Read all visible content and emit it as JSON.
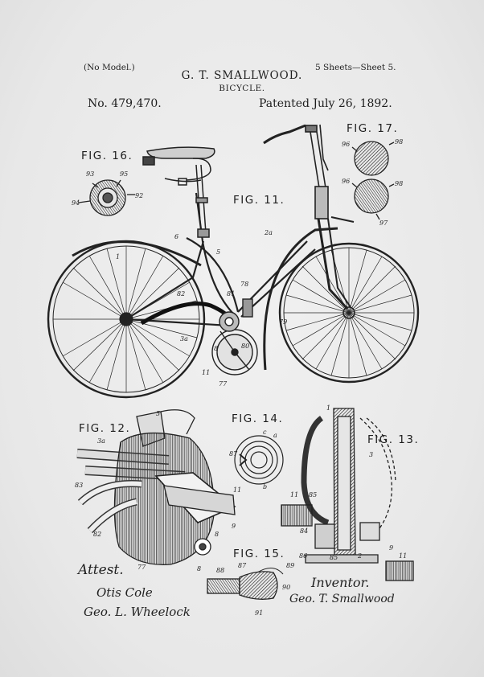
{
  "header": {
    "no_model": "(No Model.)",
    "inventor_name": "G. T. SMALLWOOD.",
    "sheets": "5 Sheets—Sheet 5.",
    "title": "BICYCLE.",
    "patent_no": "No. 479,470.",
    "patented": "Patented July 26, 1892."
  },
  "figures": {
    "fig16": "FIG. 16.",
    "fig17": "FIG. 17.",
    "fig11": "FIG. 11.",
    "fig12": "FIG. 12.",
    "fig14": "FIG. 14.",
    "fig13": "FIG. 13.",
    "fig15": "FIG. 15."
  },
  "signatures": {
    "attest": "Attest.",
    "witness1": "Otis Cole",
    "witness2": "Geo. L. Wheelock",
    "inventor_label": "Inventor.",
    "inventor_sig": "Geo. T. Smallwood"
  },
  "reference_numerals": {
    "fig16": [
      "93",
      "95",
      "94",
      "92"
    ],
    "fig17": [
      "96",
      "98",
      "96",
      "98",
      "97"
    ],
    "fig11": [
      "1",
      "6",
      "5",
      "2a",
      "82",
      "81",
      "78",
      "79",
      "3a",
      "8",
      "80",
      "11",
      "77"
    ],
    "fig12": [
      "5",
      "3a",
      "83",
      "82",
      "77",
      "11",
      "8",
      "9",
      "8"
    ],
    "fig14": [
      "c",
      "a",
      "87",
      "b"
    ],
    "fig13": [
      "1",
      "3",
      "11",
      "85",
      "84",
      "86",
      "85",
      "2",
      "9",
      "11"
    ],
    "fig15": [
      "88",
      "87",
      "89",
      "90",
      "91"
    ]
  }
}
